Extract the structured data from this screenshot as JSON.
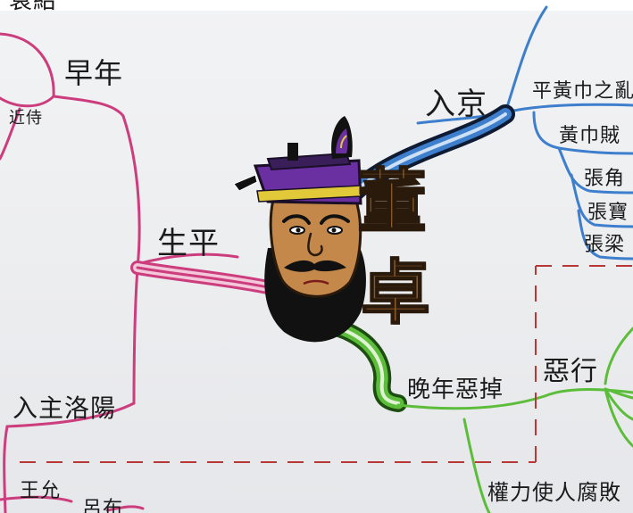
{
  "mindmap": {
    "center": {
      "title": "董卓",
      "chars": [
        "董",
        "卓"
      ]
    },
    "branches": {
      "life": {
        "label": "生平",
        "color": "#cc3d7e"
      },
      "enter_capital": {
        "label": "入京",
        "color": "#3d7fcc"
      },
      "later_years": {
        "label": "晚年惡掉",
        "color": "#5cbd3a"
      }
    },
    "nodes": {
      "top_clip": "袁紹",
      "early_years": "早年",
      "attendant": "近侍",
      "enter_luoyang": "入主洛陽",
      "wang_yun": "王允",
      "bottom_clip": "呂布",
      "yellow_turban_rebellion": "平黃巾之亂",
      "yellow_turban_bandits": "黃巾賊",
      "zhang_jiao": "張角",
      "zhang_bao": "張寶",
      "zhang_liang": "張梁",
      "evil_deeds": "惡行",
      "power_corrupts": "權力使人腐敗"
    },
    "colors": {
      "pink": "#cc3d7e",
      "blue": "#3d7fcc",
      "green": "#5cbd3a",
      "dashed_red": "#b83838",
      "title_brown": "#8a5a2b",
      "hat_purple": "#6a2fa0"
    }
  }
}
